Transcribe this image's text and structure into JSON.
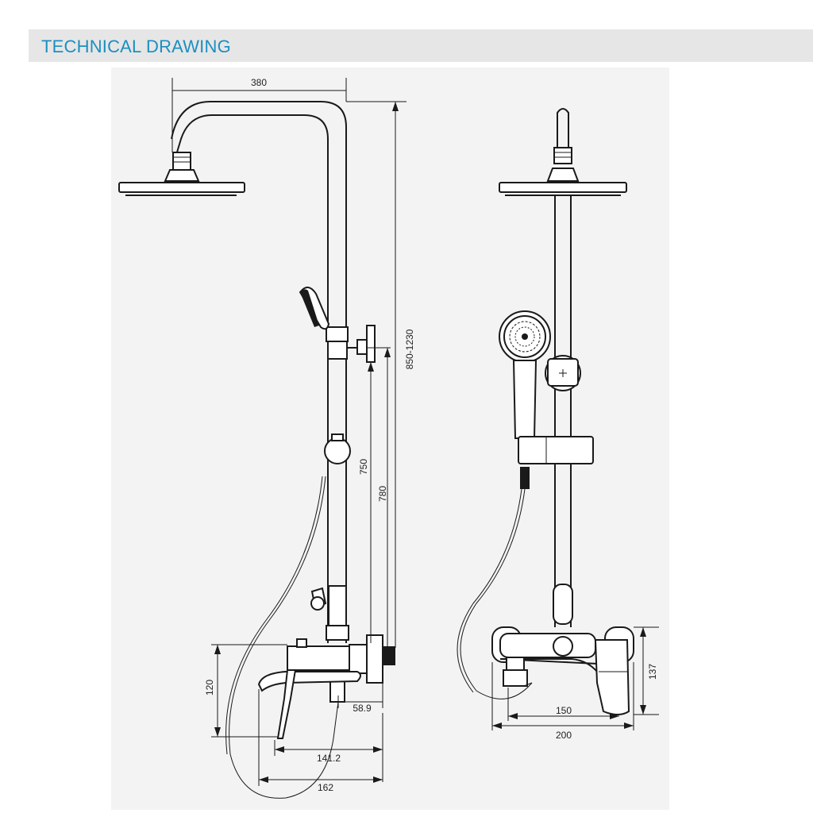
{
  "header": {
    "title": "TECHNICAL DRAWING",
    "accent_color": "#1b8fc1",
    "bar_color": "#e6e6e6"
  },
  "dimensions": {
    "arm_reach": "380",
    "total_height": "850-1230",
    "holder_height_750": "750",
    "holder_height_780": "780",
    "mixer_height": "120",
    "inlet_offset": "58.9",
    "spout_depth_1": "141.2",
    "spout_depth_2": "162",
    "front_mixer_height": "137",
    "inlet_distance": "150",
    "mixer_width": "200"
  }
}
